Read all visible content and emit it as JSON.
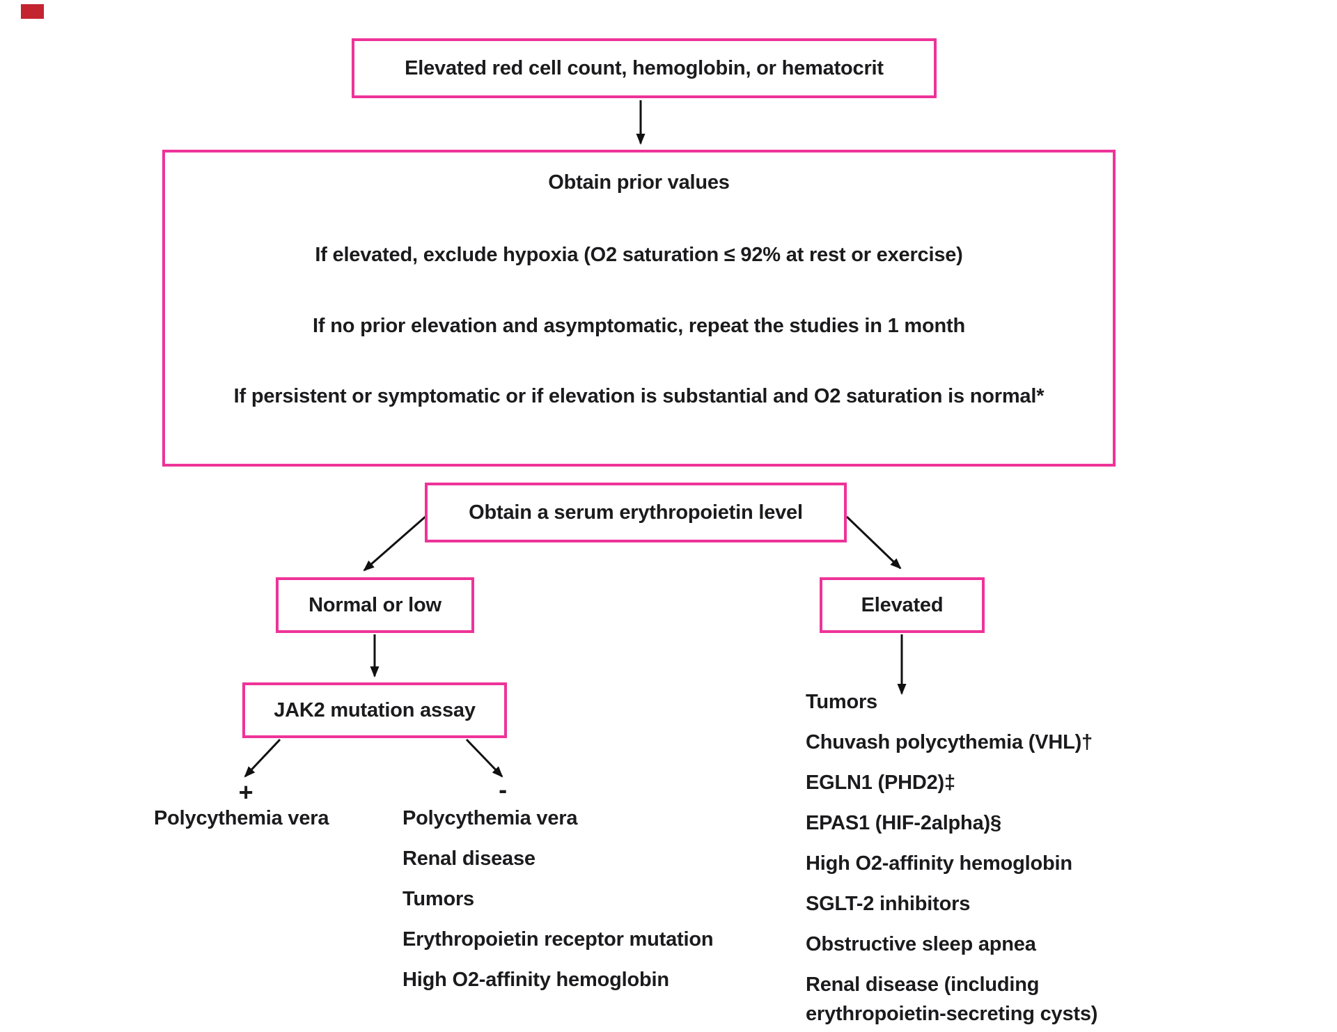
{
  "accent_color": "#ee3399",
  "arrow_color": "#111111",
  "red_mark_color": "#c42430",
  "nodes": {
    "start": "Elevated red cell count, hemoglobin, or hematocrit",
    "evaluation_steps": [
      "Obtain prior values",
      "If elevated, exclude hypoxia (O2 saturation ≤ 92% at rest or exercise)",
      "If no prior elevation and asymptomatic, repeat the studies in 1 month",
      "If persistent or symptomatic or if elevation is substantial and O2 saturation is normal*"
    ],
    "epo": "Obtain a serum erythropoietin level",
    "normal_low": "Normal or low",
    "elevated": "Elevated",
    "jak2": "JAK2 mutation assay",
    "jak2_positive_label": "+",
    "jak2_negative_label": "-",
    "jak2_positive_results": [
      "Polycythemia vera"
    ],
    "jak2_negative_results": [
      "Polycythemia vera",
      "Renal disease",
      "Tumors",
      "Erythropoietin receptor mutation",
      "High O2-affinity hemoglobin"
    ],
    "elevated_results": [
      "Tumors",
      "Chuvash polycythemia (VHL)†",
      "EGLN1 (PHD2)‡",
      "EPAS1 (HIF-2alpha)§",
      "High O2-affinity hemoglobin",
      "SGLT-2 inhibitors",
      "Obstructive sleep apnea",
      "Renal disease (including erythropoietin-secreting cysts)"
    ]
  }
}
